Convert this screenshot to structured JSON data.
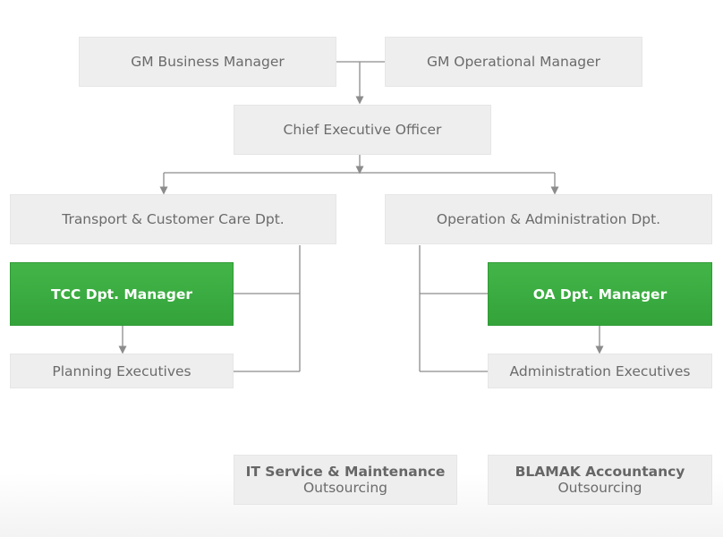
{
  "nodes": {
    "gm_business": {
      "label": "GM Business Manager"
    },
    "gm_operational": {
      "label": "GM Operational Manager"
    },
    "ceo": {
      "label": "Chief Executive Officer"
    },
    "transport_dept": {
      "label": "Transport & Customer Care Dpt."
    },
    "operation_dept": {
      "label": "Operation & Administration Dpt."
    },
    "tcc_manager": {
      "label": "TCC Dpt. Manager"
    },
    "oa_manager": {
      "label": "OA Dpt. Manager"
    },
    "planning_exec": {
      "label": "Planning Executives"
    },
    "admin_exec": {
      "label": "Administration Executives"
    },
    "it_service": {
      "line1": "IT Service & Maintenance",
      "line2": "Outsourcing"
    },
    "blamak": {
      "line1": "BLAMAK Accountancy",
      "line2": "Outsourcing"
    }
  },
  "colors": {
    "box_fill": "#eeeeee",
    "box_text": "#6b6b6b",
    "highlight_fill": "#3aad40",
    "highlight_text": "#ffffff",
    "connector": "#8c8c8c"
  }
}
